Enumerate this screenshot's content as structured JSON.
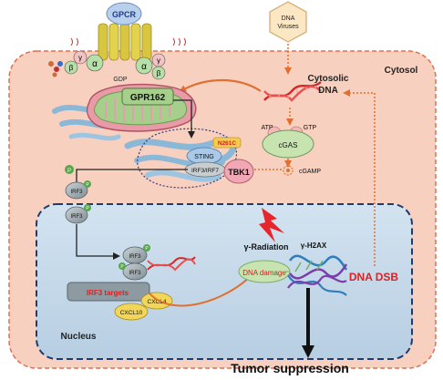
{
  "labels": {
    "gpcr": "GPCR",
    "alpha": "α",
    "beta": "β",
    "gamma": "γ",
    "gdp": "GDP",
    "dna_viruses_line1": "DNA",
    "dna_viruses_line2": "Viruses",
    "cytosol": "Cytosol",
    "cytosolic_line1": "Cytosolic",
    "cytosolic_line2": "DNA",
    "gpr162": "GPR162",
    "atp": "ATP",
    "gtp": "GTP",
    "cgas": "cGAS",
    "cgamp": "cGAMP",
    "n261c": "N261C",
    "sting": "STING",
    "irf3_irf7": "IRF3/IRF7",
    "tbk1": "TBK1",
    "irf3": "IRF3",
    "p": "P",
    "gamma_radiation": "γ-Radiation",
    "gamma_h2ax": "γ-H2AX",
    "dna_damage": "DNA damage",
    "dna_dsb": "DNA DSB",
    "irf3_targets": "IRF3 targets",
    "cxcl4": "CXCL4",
    "cxcl10": "CXCL10",
    "nucleus": "Nucleus",
    "tumor_suppression": "Tumor suppression"
  },
  "colors": {
    "cell_fill": "#f8d0c0",
    "cell_border": "#e07050",
    "nucleus_fill": "#c8dcec",
    "nucleus_border": "#1f3b6e",
    "arrow_orange": "#e07030",
    "red_text": "#e02020",
    "irf3_grey": "#9aa7ad",
    "mito_green": "#a6cf8c",
    "er_blue": "#8cb8d8",
    "tbk1_pink": "#f2a8b4",
    "cgas_green": "#c6e3b0"
  }
}
